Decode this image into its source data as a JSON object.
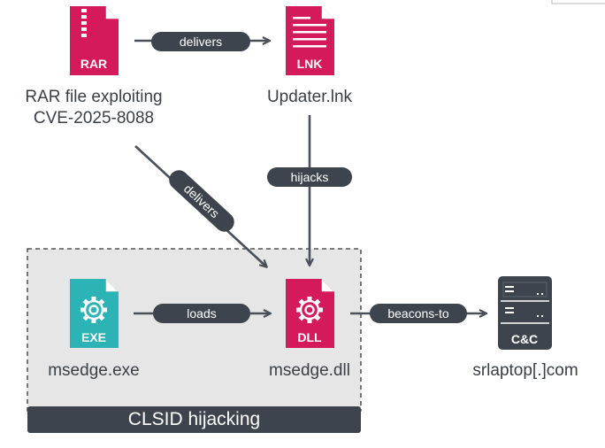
{
  "colors": {
    "rar": "#d41a5a",
    "lnk": "#d41a5a",
    "dll": "#d41a5a",
    "exe": "#2bb3b6",
    "server": "#3d444d",
    "arrow": "#4a5059",
    "region_bg": "#e6e6e6",
    "pill": "#3d444d"
  },
  "nodes": {
    "rar": {
      "badge": "RAR",
      "label_line1": "RAR file exploiting",
      "label_line2": "CVE-2025-8088",
      "icon": "zip-file-icon"
    },
    "lnk": {
      "badge": "LNK",
      "label": "Updater.lnk",
      "icon": "document-icon"
    },
    "exe": {
      "badge": "EXE",
      "label": "msedge.exe",
      "icon": "gear-icon"
    },
    "dll": {
      "badge": "DLL",
      "label": "msedge.dll",
      "icon": "gear-icon"
    },
    "cnc": {
      "badge": "C&C",
      "label": "srlaptop[.]com",
      "icon": "server-icon"
    }
  },
  "edges": {
    "rar_to_lnk": "delivers",
    "rar_to_dll": "delivers",
    "lnk_to_dll": "hijacks",
    "exe_to_dll": "loads",
    "dll_to_cnc": "beacons-to"
  },
  "region": {
    "title": "CLSID hijacking"
  }
}
